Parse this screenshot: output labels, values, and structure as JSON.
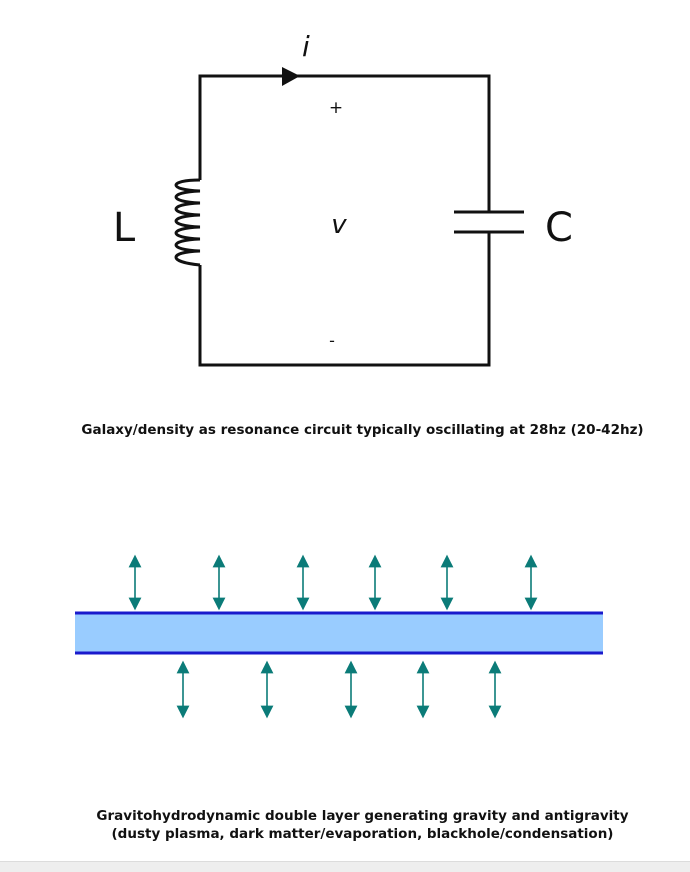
{
  "circuit": {
    "current_label": "i",
    "plus_label": "+",
    "voltage_label": "v",
    "minus_label": "-",
    "inductor_label": "L",
    "capacitor_label": "C",
    "caption": "Galaxy/density as resonance circuit typically oscillating at 28hz (20-42hz)"
  },
  "double_layer": {
    "caption_line1": "Gravitohydrodynamic double layer generating gravity and antigravity",
    "caption_line2": "(dusty plasma, dark matter/evaporation, blackhole/condensation)",
    "colors": {
      "fill": "#99ccff",
      "border": "#1a1acc",
      "arrow": "#0b7b78"
    }
  }
}
